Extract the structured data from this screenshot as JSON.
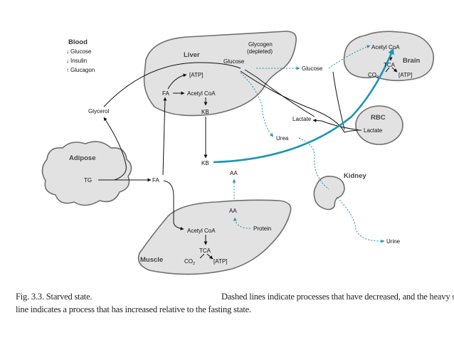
{
  "legend": {
    "title": "Blood",
    "items": [
      {
        "arrow": "↓",
        "text": "Glucose"
      },
      {
        "arrow": "↓",
        "text": "Insulin"
      },
      {
        "arrow": "↑",
        "text": "Glucagon"
      }
    ]
  },
  "organs": {
    "liver": "Liver",
    "brain": "Brain",
    "rbc": "RBC",
    "adipose": "Adipose",
    "kidney": "Kidney",
    "muscle": "Muscle"
  },
  "labels": {
    "glycogen_1": "Glycogen",
    "glycogen_2": "(depleted)",
    "liver_glucose": "Glucose",
    "liver_atp": "[ATP]",
    "liver_fa": "FA",
    "liver_acetyl_coa": "Acetyl CoA",
    "liver_kb": "KB",
    "liver_kb_out": "KB",
    "glycerol": "Glycerol",
    "lactate": "Lactate",
    "urea": "Urea",
    "aa_upper": "AA",
    "aa_lower": "AA",
    "tg": "TG",
    "fa": "FA",
    "brain_glucose": "Glucose",
    "brain_acetyl_coa": "Acetyl CoA",
    "brain_tca": "TCA",
    "brain_co2": "CO",
    "brain_co2_sub": "2",
    "brain_atp": "[ATP]",
    "rbc_lactate": "Lactate",
    "muscle_acetyl_coa": "Acetyl CoA",
    "muscle_tca": "TCA",
    "muscle_co2": "CO",
    "muscle_co2_sub": "2",
    "muscle_atp": "[ATP]",
    "protein": "Protein",
    "urine": "Urine"
  },
  "caption": {
    "fig_title": "Fig. 3.3.  Starved state.",
    "line1_right": "Dashed lines indicate processes that have decreased, and the heavy solid",
    "line2": "line indicates a process that has increased relative to the fasting state."
  },
  "colors": {
    "organ_fill": "#e2e2e2",
    "organ_stroke": "#6f6f6f",
    "dashed_pathway": "#2a97b3",
    "heavy_pathway": "#1a96b3",
    "solid_pathway": "#111111"
  }
}
